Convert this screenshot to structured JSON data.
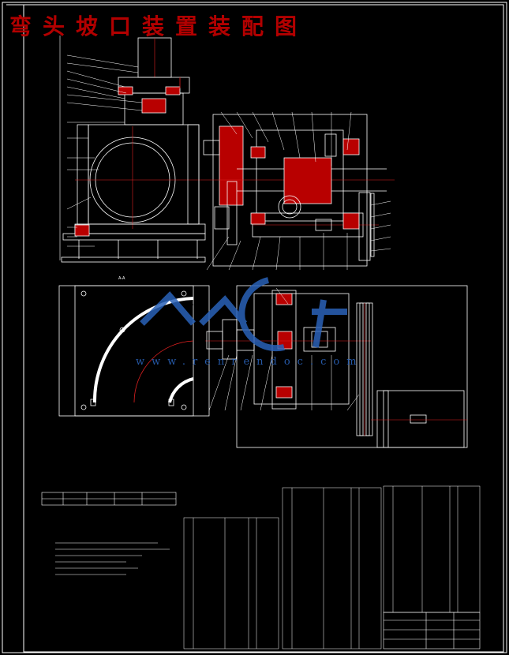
{
  "title": "弯头坡口装置装配图",
  "watermark": {
    "domain": "www.renrendoc.com"
  },
  "views": {
    "section_label": "A-A"
  },
  "colors": {
    "background": "#000000",
    "lines": "#ffffff",
    "section": "#e02020",
    "title": "#b20000",
    "watermark": "#2a62b8"
  }
}
